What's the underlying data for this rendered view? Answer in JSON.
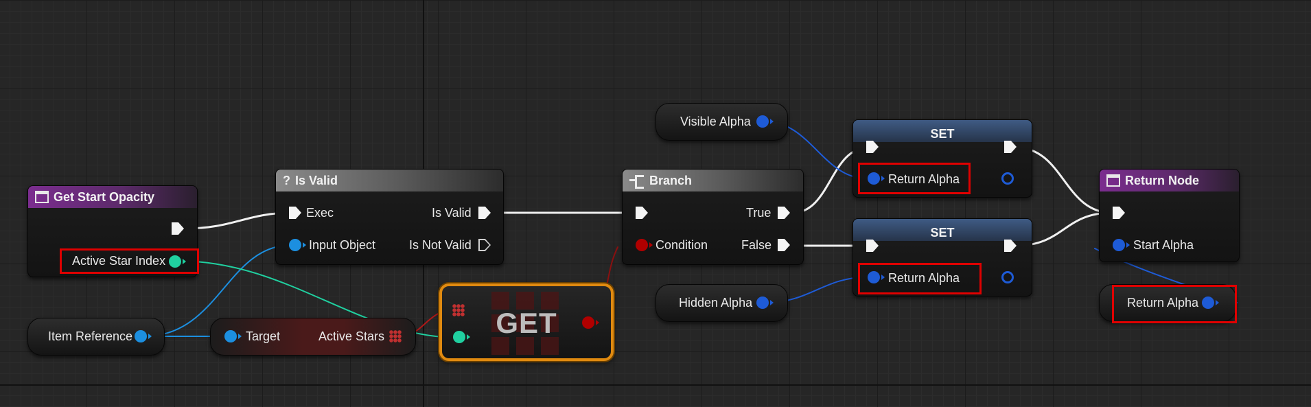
{
  "nodes": {
    "get_start_opacity": {
      "title": "Get Start Opacity",
      "output": "Active Star Index"
    },
    "is_valid": {
      "title": "Is Valid",
      "exec_in": "Exec",
      "input": "Input Object",
      "out_valid": "Is Valid",
      "out_not_valid": "Is Not Valid"
    },
    "item_reference": {
      "label": "Item Reference"
    },
    "active_stars": {
      "target": "Target",
      "output": "Active Stars"
    },
    "get": {
      "label": "GET"
    },
    "branch": {
      "title": "Branch",
      "true_label": "True",
      "condition": "Condition",
      "false_label": "False"
    },
    "visible_alpha": {
      "label": "Visible Alpha"
    },
    "hidden_alpha": {
      "label": "Hidden Alpha"
    },
    "set_top": {
      "title": "SET",
      "field": "Return Alpha"
    },
    "set_bottom": {
      "title": "SET",
      "field": "Return Alpha"
    },
    "return_node": {
      "title": "Return Node",
      "input": "Start Alpha"
    },
    "return_alpha_var": {
      "label": "Return Alpha"
    }
  },
  "colors": {
    "function_header": "#7b2d8f",
    "pure_header": "#8a8a8a",
    "set_header": "#3f5b84",
    "object_pin": "#1c8fe0",
    "float_pin": "#1e5bd6",
    "int_pin": "#20d0a0",
    "bool_pin": "#b00000",
    "highlight": "#e00000",
    "selection": "#e08a10"
  },
  "icons": {
    "function_entry": "function-icon",
    "is_valid": "question-icon",
    "branch": "branch-icon",
    "return": "function-icon"
  }
}
